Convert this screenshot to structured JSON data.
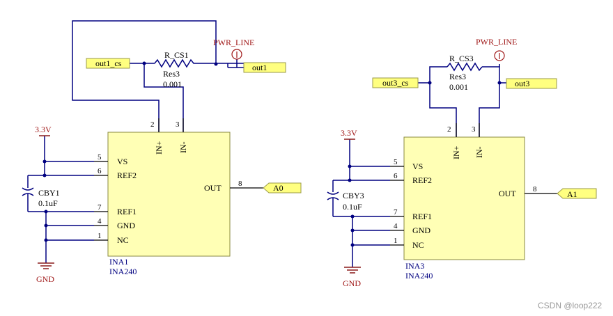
{
  "watermark": "CSDN @loop222",
  "left": {
    "ic_designator": "INA1",
    "ic_part": "INA240",
    "resistor_name": "R_CS1",
    "resistor_part": "Res3",
    "resistor_value": "0.001",
    "power_port": "PWR_LINE",
    "net_left": "out1_cs",
    "net_right": "out1",
    "supply": "3.3V",
    "ground": "GND",
    "cap_name": "CBY1",
    "cap_value": "0.1uF",
    "output_port": "A0"
  },
  "right": {
    "ic_designator": "INA3",
    "ic_part": "INA240",
    "resistor_name": "R_CS3",
    "resistor_part": "Res3",
    "resistor_value": "0.001",
    "power_port": "PWR_LINE",
    "net_left": "out3_cs",
    "net_right": "out3",
    "supply": "3.3V",
    "ground": "GND",
    "cap_name": "CBY3",
    "cap_value": "0.1uF",
    "output_port": "A1"
  },
  "pins": {
    "vs": "VS",
    "ref2": "REF2",
    "ref1": "REF1",
    "gnd": "GND",
    "nc": "NC",
    "out": "OUT",
    "in_plus": "IN+",
    "in_minus": "IN-",
    "n_vs": "5",
    "n_ref2": "6",
    "n_ref1": "7",
    "n_gnd": "4",
    "n_nc": "1",
    "n_out": "8",
    "n_in_plus": "2",
    "n_in_minus": "3"
  }
}
